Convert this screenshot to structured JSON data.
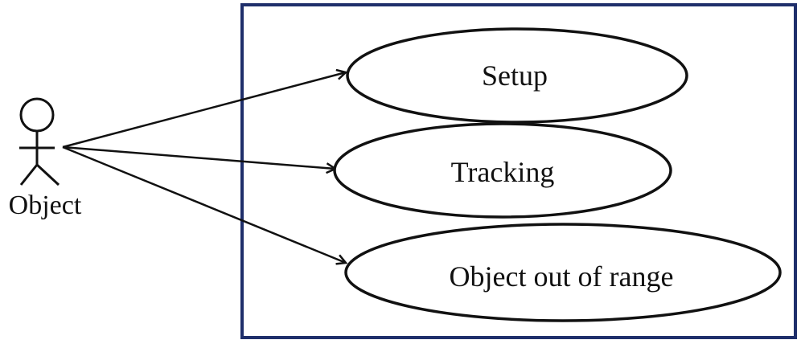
{
  "actor": {
    "label": "Object",
    "icon": "stick-figure-icon"
  },
  "system": {
    "border_color": "#1f2f6b"
  },
  "use_cases": [
    {
      "id": "setup",
      "label": "Setup"
    },
    {
      "id": "tracking",
      "label": "Tracking"
    },
    {
      "id": "object-out-of-range",
      "label": "Object out of range"
    }
  ],
  "associations": [
    {
      "from": "actor",
      "to": "setup"
    },
    {
      "from": "actor",
      "to": "tracking"
    },
    {
      "from": "actor",
      "to": "object-out-of-range"
    }
  ],
  "colors": {
    "stroke": "#111111",
    "background": "#ffffff"
  }
}
